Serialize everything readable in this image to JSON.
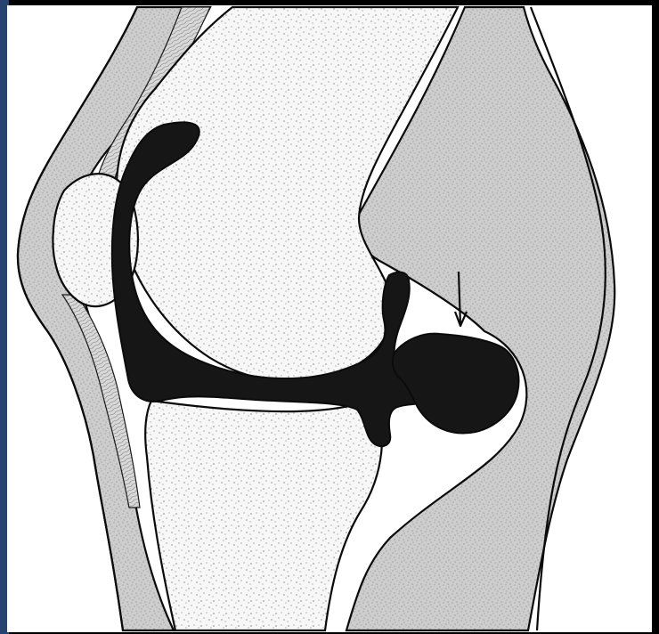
{
  "diagram": {
    "kind": "anatomical-line-drawing",
    "subject": "knee-joint-sagittal-section",
    "text_labels": [],
    "colors": {
      "frame": "#000000",
      "paper": "#ffffff",
      "left_blue_edge": "#27436f",
      "soft_tissue": "#cdcdcd",
      "bone": "#f7f7f7",
      "fluid_dark": "#161616",
      "outline": "#0b0b0b"
    },
    "parts": [
      "skin",
      "soft-tissue",
      "femur",
      "tibia",
      "patella",
      "tendon-bands",
      "synovial-cavity",
      "popliteal-cyst",
      "arrow"
    ]
  }
}
